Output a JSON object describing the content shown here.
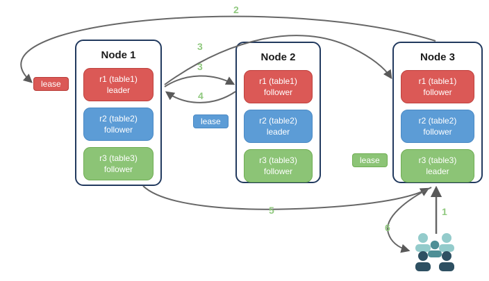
{
  "colors": {
    "red": "#DB5956",
    "red_border": "#BE413D",
    "blue": "#5C9CD6",
    "blue_border": "#4A89C4",
    "green": "#8CC476",
    "green_border": "#6FAD53",
    "arrow": "#666666",
    "arrowhead": "#595959",
    "step_label": "#90C97F",
    "node_border": "#21395E",
    "node_title_text": "#1A1A1A",
    "box_text": "#FFFFFF"
  },
  "nodes": [
    {
      "title": "Node 1",
      "replicas": [
        {
          "label": "r1 (table1)",
          "role": "leader",
          "color": "red"
        },
        {
          "label": "r2 (table2)",
          "role": "follower",
          "color": "blue"
        },
        {
          "label": "r3 (table3)",
          "role": "follower",
          "color": "green"
        }
      ]
    },
    {
      "title": "Node 2",
      "replicas": [
        {
          "label": "r1 (table1)",
          "role": "follower",
          "color": "red"
        },
        {
          "label": "r2 (table2)",
          "role": "leader",
          "color": "blue"
        },
        {
          "label": "r3 (table3)",
          "role": "follower",
          "color": "green"
        }
      ]
    },
    {
      "title": "Node 3",
      "replicas": [
        {
          "label": "r1 (table1)",
          "role": "follower",
          "color": "red"
        },
        {
          "label": "r2 (table2)",
          "role": "follower",
          "color": "blue"
        },
        {
          "label": "r3 (table3)",
          "role": "leader",
          "color": "green"
        }
      ]
    }
  ],
  "leases": [
    {
      "label": "lease",
      "color": "red"
    },
    {
      "label": "lease",
      "color": "blue"
    },
    {
      "label": "lease",
      "color": "green"
    }
  ],
  "step_labels": {
    "s1": "1",
    "s2": "2",
    "s3a": "3",
    "s3b": "3",
    "s4": "4",
    "s5": "5",
    "s6": "6"
  },
  "icons": {
    "users_group": {
      "name": "users-group-icon",
      "light": "#93CBCB",
      "medium": "#4E8F96",
      "dark": "#2E5062"
    }
  }
}
